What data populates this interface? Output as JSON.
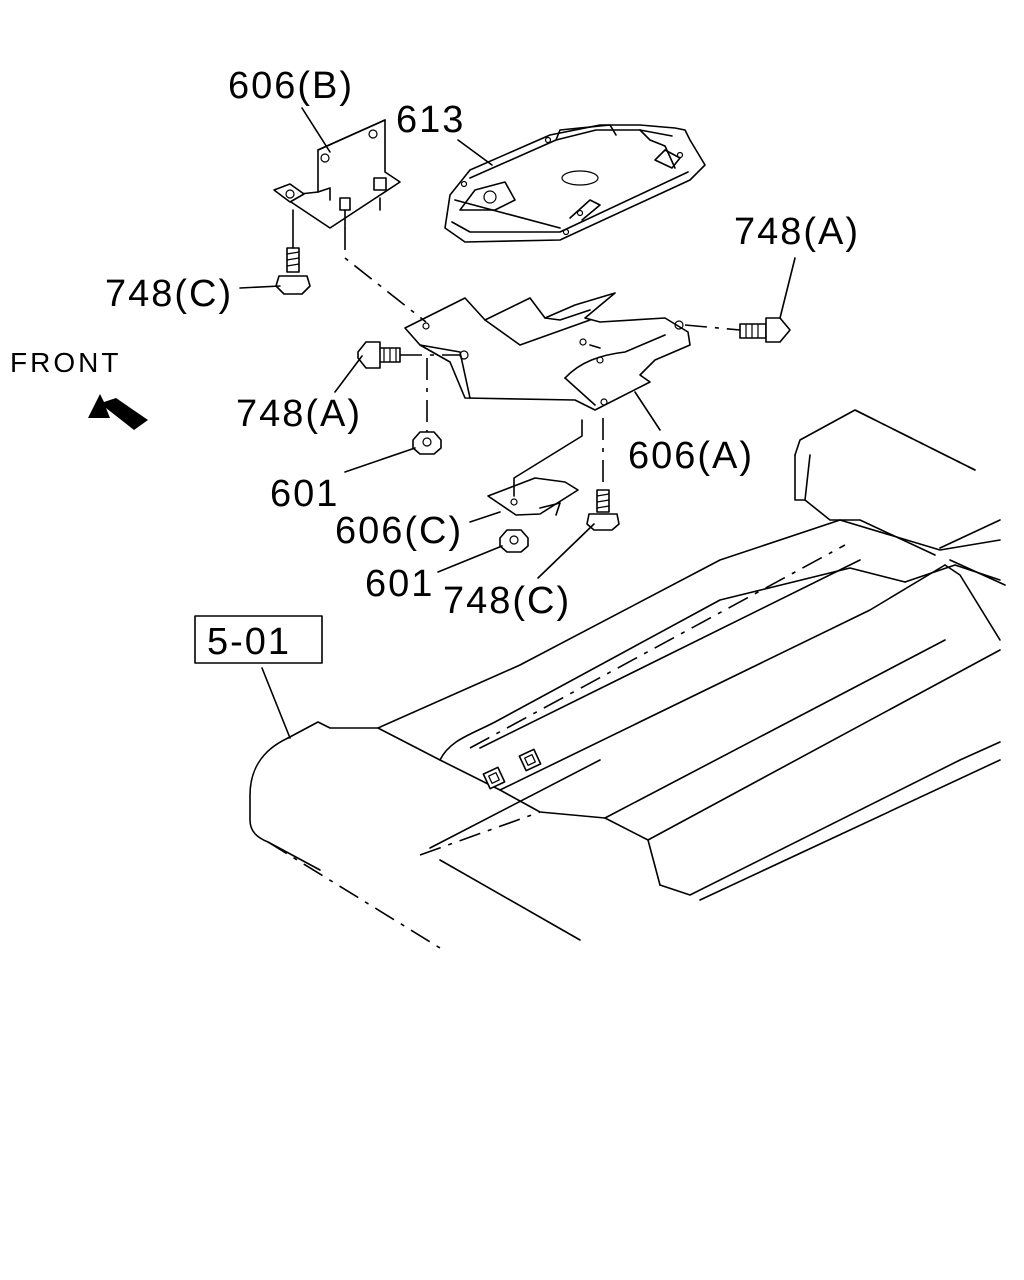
{
  "callouts": {
    "bracket_b": "606(B)",
    "control_unit": "613",
    "bolt_a_right": "748(A)",
    "bolt_c_top": "748(C)",
    "front": "FRONT",
    "bolt_a_left": "748(A)",
    "bracket_a": "606(A)",
    "nut_upper": "601",
    "bracket_c": "606(C)",
    "nut_lower": "601",
    "bolt_c_bottom": "748(C)",
    "ref_box": "5-01"
  },
  "icons": {
    "front_arrow": "front-arrow-icon"
  }
}
